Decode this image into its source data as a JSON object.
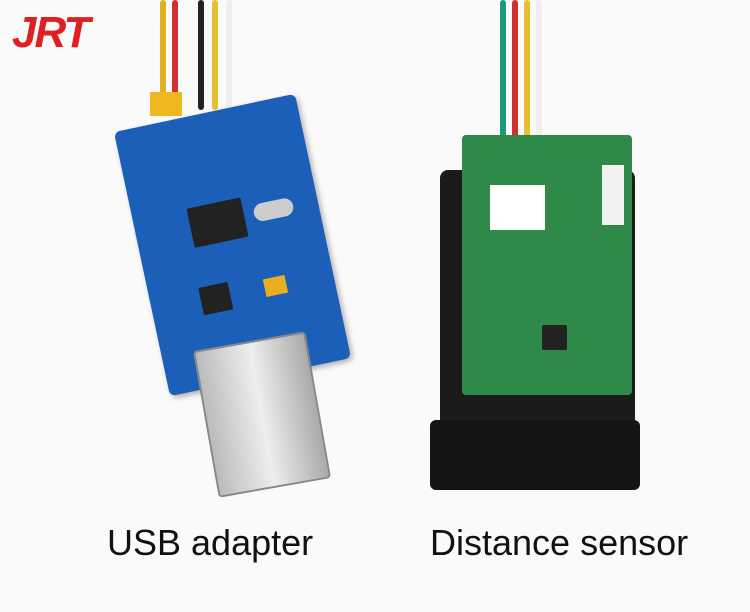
{
  "brand": {
    "logo_text": "JRT",
    "color": "#e02020"
  },
  "captions": {
    "left": "USB adapter",
    "right": "Distance sensor"
  },
  "colors": {
    "usb_pcb": "#1c5fb8",
    "sensor_pcb": "#2f8a4a",
    "sensor_housing": "#1b1b1b"
  }
}
